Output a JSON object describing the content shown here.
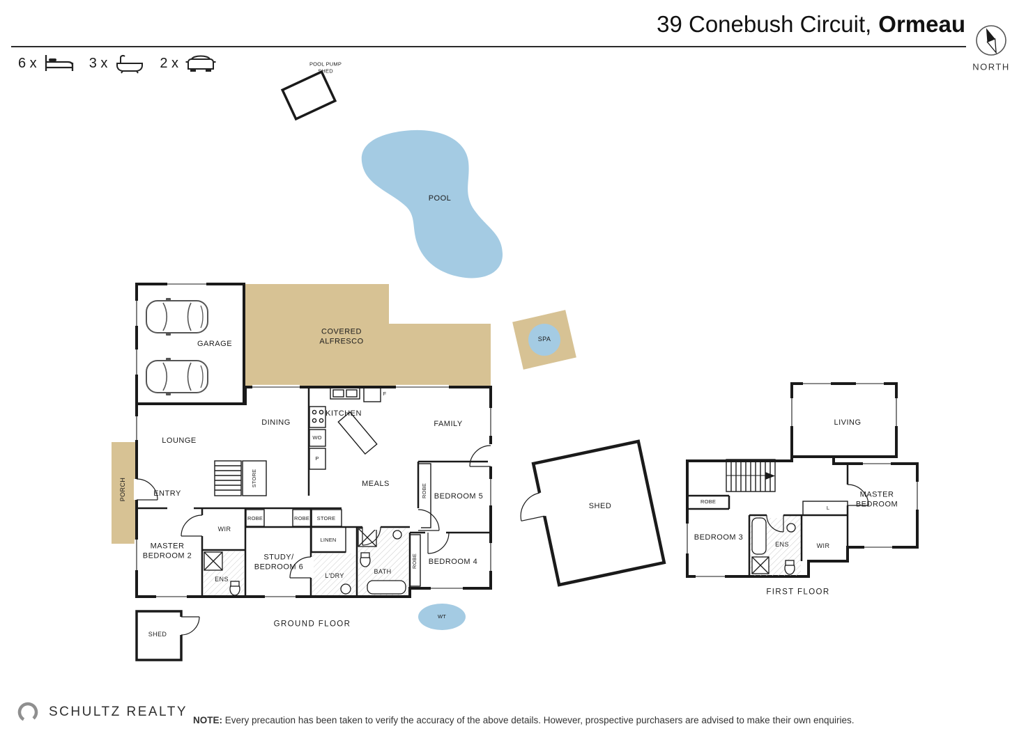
{
  "header": {
    "address_line": "39 Conebush Circuit,",
    "address_suburb": "Ormeau",
    "compass_label": "NORTH"
  },
  "stats": {
    "beds_count": "6 x",
    "baths_count": "3 x",
    "cars_count": "2 x"
  },
  "site": {
    "pool_pump_shed": "POOL PUMP\nSHED",
    "pool": "POOL",
    "spa": "SPA",
    "shed": "SHED",
    "water_tank": "WT"
  },
  "ground_floor": {
    "title": "GROUND FLOOR",
    "garage": "GARAGE",
    "covered_alfresco": "COVERED\nALFRESCO",
    "porch": "PORCH",
    "lounge": "LOUNGE",
    "dining": "DINING",
    "kitchen": "KITCHEN",
    "family": "FAMILY",
    "meals": "MEALS",
    "entry": "ENTRY",
    "bedroom5": "BEDROOM 5",
    "bedroom4": "BEDROOM 4",
    "master_bedroom2": "MASTER\nBEDROOM 2",
    "study_bedroom6": "STUDY/\nBEDROOM 6",
    "wir": "WIR",
    "ens": "ENS",
    "bath": "BATH",
    "laundry": "L'DRY",
    "linen": "LINEN",
    "store_hall": "STORE",
    "store_stairs": "STORE",
    "robe_hall_a": "ROBE",
    "robe_hall_b": "ROBE",
    "robe_bedroom5": "ROBE",
    "robe_bedroom4": "ROBE",
    "pantry": "P",
    "wall_oven": "WO",
    "fridge": "F",
    "small_shed": "SHED"
  },
  "first_floor": {
    "title": "FIRST FLOOR",
    "living": "LIVING",
    "master_bedroom": "MASTER\nBEDROOM",
    "bedroom3": "BEDROOM 3",
    "robe": "ROBE",
    "ens": "ENS",
    "wir": "WIR",
    "linen": "L"
  },
  "footer": {
    "brand": "SCHULTZ REALTY",
    "note_label": "NOTE:",
    "note_text": "Every precaution has been taken to verify the accuracy of the above details. However, prospective purchasers are advised to make their own enquiries."
  },
  "colors": {
    "tan": "#d7c294",
    "pool_blue": "#a4cbe3",
    "wall": "#1a1a1a"
  }
}
